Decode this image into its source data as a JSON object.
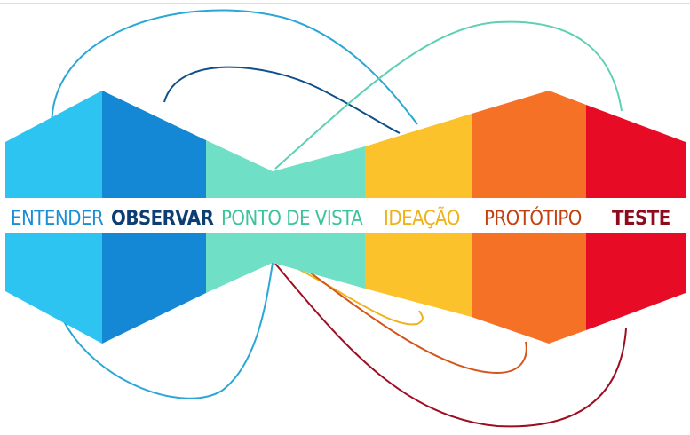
{
  "diagram": {
    "stages": [
      {
        "label": "ENTENDER",
        "fill": "#2ec4f1",
        "text_color": "#1a8fd6"
      },
      {
        "label": "OBSERVAR",
        "fill": "#1488d4",
        "text_color": "#0d3e73"
      },
      {
        "label": "PONTO DE VISTA",
        "fill": "#6fe0c6",
        "text_color": "#3cc39b"
      },
      {
        "label": "IDEAÇÃO",
        "fill": "#fbc22b",
        "text_color": "#f0b21a"
      },
      {
        "label": "PROTÓTIPO",
        "fill": "#f47126",
        "text_color": "#c2400f"
      },
      {
        "label": "TESTE",
        "fill": "#e80b26",
        "text_color": "#8e0b1c"
      }
    ]
  }
}
